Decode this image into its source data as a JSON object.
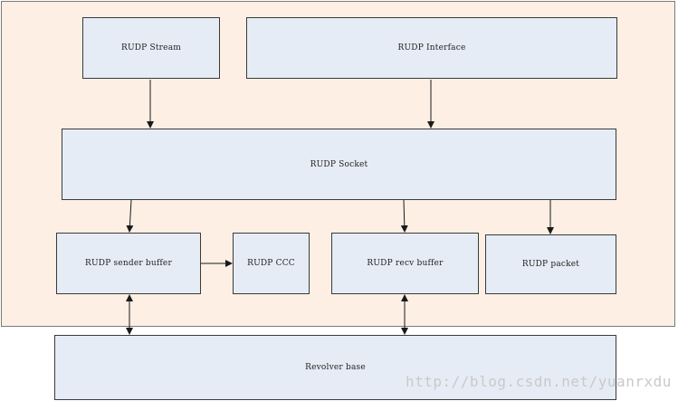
{
  "diagram": {
    "boxes": {
      "stream": "RUDP Stream",
      "interface": "RUDP Interface",
      "socket": "RUDP Socket",
      "sender_buffer": "RUDP sender buffer",
      "ccc": "RUDP CCC",
      "recv_buffer": "RUDP recv buffer",
      "packet": "RUDP packet",
      "revolver_base": "Revolver base"
    },
    "colors": {
      "container_fill": "#fdefe4",
      "box_fill": "#e6ecf6",
      "stroke": "#3a3a3a"
    }
  },
  "watermark": "http://blog.csdn.net/yuanrxdu"
}
